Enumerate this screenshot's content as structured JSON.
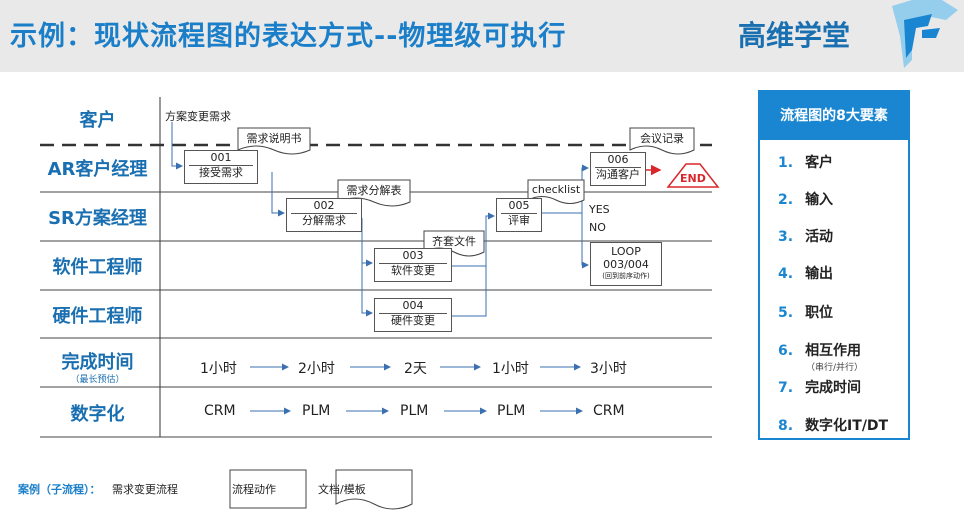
{
  "header": {
    "title": "示例：现状流程图的表达方式--物理级可执行",
    "brand": "高维学堂"
  },
  "lanes": {
    "customer": "客户",
    "ar": "AR客户经理",
    "sr": "SR方案经理",
    "software": "软件工程师",
    "hardware": "硬件工程师",
    "time": "完成时间",
    "time_sub": "（最长预估）",
    "digital": "数字化"
  },
  "flow": {
    "start_text": "方案变更需求",
    "step1": {
      "num": "001",
      "label": "接受需求",
      "doc": "需求说明书"
    },
    "step2": {
      "num": "002",
      "label": "分解需求",
      "doc": "需求分解表"
    },
    "step3": {
      "num": "003",
      "label": "软件变更",
      "doc": "齐套文件"
    },
    "step4": {
      "num": "004",
      "label": "硬件变更"
    },
    "step5": {
      "num": "005",
      "label": "评审",
      "doc": "checklist"
    },
    "step6": {
      "num": "006",
      "label": "沟通客户",
      "doc": "会议记录"
    },
    "end": "END",
    "yes": "YES",
    "no": "NO",
    "loop": {
      "line1": "LOOP",
      "line2": "003/004",
      "line3": "(回到前序动作)"
    }
  },
  "time_row": [
    "1小时",
    "2小时",
    "2天",
    "1小时",
    "3小时"
  ],
  "digital_row": [
    "CRM",
    "PLM",
    "PLM",
    "PLM",
    "CRM"
  ],
  "panel": {
    "title": "流程图的8大要素",
    "items": [
      {
        "num": "1.",
        "label": "客户"
      },
      {
        "num": "2.",
        "label": "输入"
      },
      {
        "num": "3.",
        "label": "活动"
      },
      {
        "num": "4.",
        "label": "输出"
      },
      {
        "num": "5.",
        "label": "职位"
      },
      {
        "num": "6.",
        "label": "相互作用",
        "sub": "（串行/并行）"
      },
      {
        "num": "7.",
        "label": "完成时间"
      },
      {
        "num": "8.",
        "label": "数字化IT/DT"
      }
    ]
  },
  "footer": {
    "case_label": "案例（子流程）：",
    "case_value": "需求变更流程",
    "legend_action": "流程动作",
    "legend_doc": "文档/模板"
  },
  "colors": {
    "accent": "#1a86d1",
    "title": "#1a7fc8",
    "end": "#d9262b"
  }
}
